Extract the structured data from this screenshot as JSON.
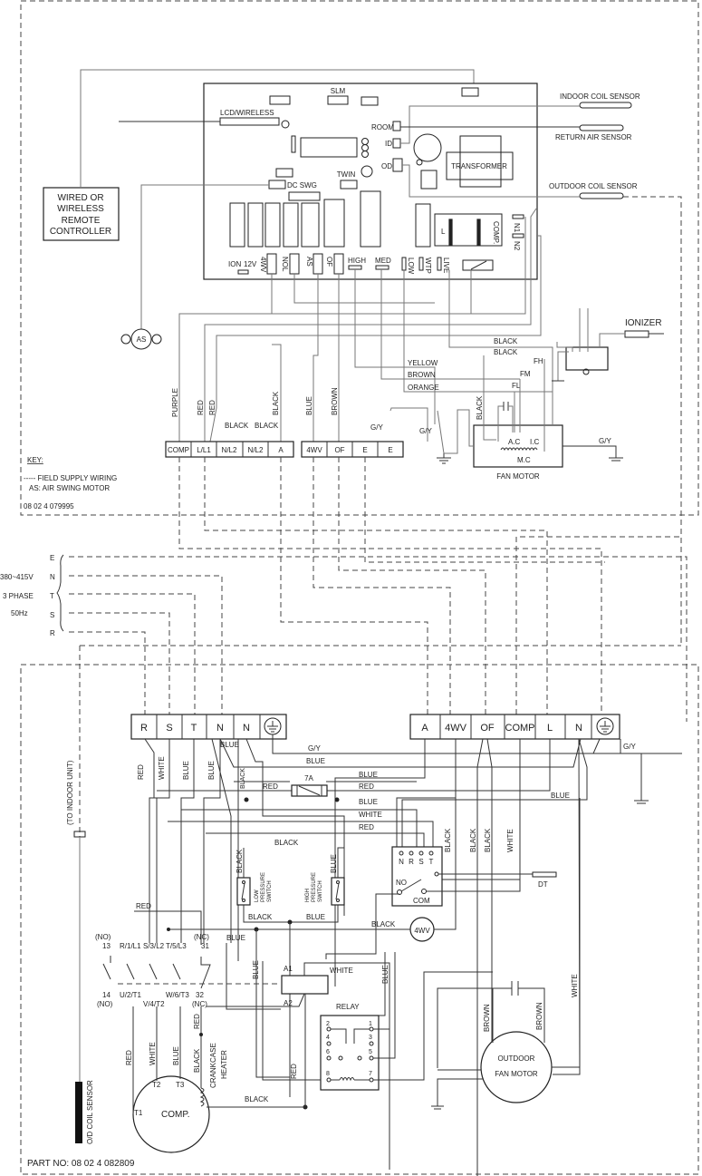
{
  "indoor_unit": {
    "pcb_labels": {
      "slm": "SLM",
      "lcd_wireless": "LCD/WIRELESS",
      "room": "ROOM",
      "id": "ID",
      "od": "OD",
      "transformer": "TRANSFORMER",
      "twin": "TWIN",
      "dc_swg": "DC SWG",
      "ion": "ION",
      "v12": "12V",
      "fourwv": "4WV",
      "nol": "NOL",
      "as": "AS",
      "of": "OF",
      "high": "HIGH",
      "med": "MED",
      "low": "LOW",
      "wtp": "WTP",
      "live": "LIVE",
      "l": "L",
      "comp": "COMP.",
      "n1": "N1",
      "n2": "N2"
    },
    "sensors": {
      "indoor_coil": "INDOOR COIL SENSOR",
      "return_air": "RETURN AIR SENSOR",
      "outdoor_coil": "OUTDOOR COIL SENSOR"
    },
    "remote_controller": [
      "WIRED OR",
      "WIRELESS",
      "REMOTE",
      "CONTROLLER"
    ],
    "air_swing_motor": "AS",
    "ionizer": "IONIZER",
    "fan_motor": {
      "label": "FAN MOTOR",
      "ac": "A.C",
      "ic": "I.C",
      "mc": "M.C",
      "fh": "FH",
      "fm": "FM",
      "fl": "FL"
    },
    "wire_labels": {
      "purple": "PURPLE",
      "red": "RED",
      "black": "BLACK",
      "blue": "BLUE",
      "brown": "BROWN",
      "yellow": "YELLOW",
      "orange": "ORANGE",
      "gy": "G/Y"
    },
    "terminal_block_1": [
      "COMP",
      "L/L1",
      "N/L2",
      "N/L2",
      "A"
    ],
    "terminal_block_2": [
      "4WV",
      "OF",
      "E",
      "E"
    ],
    "key": {
      "title": "KEY:",
      "field_supply": "----- FIELD SUPPLY WIRING",
      "as": "AS: AIR SWING MOTOR"
    },
    "part_no": "08 02 4 079995"
  },
  "power_supply": {
    "voltage": "380~415V",
    "phase": "3 PHASE",
    "freq": "50Hz",
    "lines": [
      "E",
      "N",
      "T",
      "S",
      "R"
    ]
  },
  "outdoor_unit": {
    "terminal_block_1": [
      "R",
      "S",
      "T",
      "N",
      "N"
    ],
    "terminal_block_2": [
      "A",
      "4WV",
      "OF",
      "COMP",
      "L",
      "N"
    ],
    "wire_labels": {
      "red": "RED",
      "white": "WHITE",
      "blue": "BLUE",
      "black": "BLACK",
      "brown": "BROWN",
      "gy": "G/Y"
    },
    "fuse": "7A",
    "phase_relay": {
      "terminals": [
        "N",
        "R",
        "S",
        "T"
      ],
      "no": "NO",
      "com": "COM"
    },
    "dt": "DT",
    "fourwv": "4WV",
    "low_pressure_switch": [
      "LOW",
      "PRESSURE",
      "SWITCH"
    ],
    "high_pressure_switch": [
      "HIGH",
      "PRESSURE",
      "SWITCH"
    ],
    "contactor": {
      "top": [
        "(NO)",
        "13",
        "R/1/L1",
        "S/3/L2",
        "T/5/L3",
        "(NC)",
        "31"
      ],
      "bottom": [
        "14",
        "(NO)",
        "U/2/T1",
        "V/4/T2",
        "W/6/T3",
        "32",
        "(NC)"
      ],
      "a1": "A1",
      "a2": "A2"
    },
    "relay": {
      "label": "RELAY",
      "pins": [
        "1",
        "2",
        "3",
        "4",
        "5",
        "6",
        "7",
        "8"
      ]
    },
    "compressor": {
      "label": "COMP.",
      "t1": "T1",
      "t2": "T2",
      "t3": "T3"
    },
    "crankcase_heater": [
      "CRANKCASE",
      "HEATER"
    ],
    "outdoor_fan_motor": [
      "OUTDOOR",
      "FAN MOTOR"
    ],
    "to_indoor_unit": "(TO INDOOR UNIT)",
    "od_coil_sensor": "O/D COIL SENSOR",
    "part_no": "PART NO: 08 02 4     082809"
  }
}
